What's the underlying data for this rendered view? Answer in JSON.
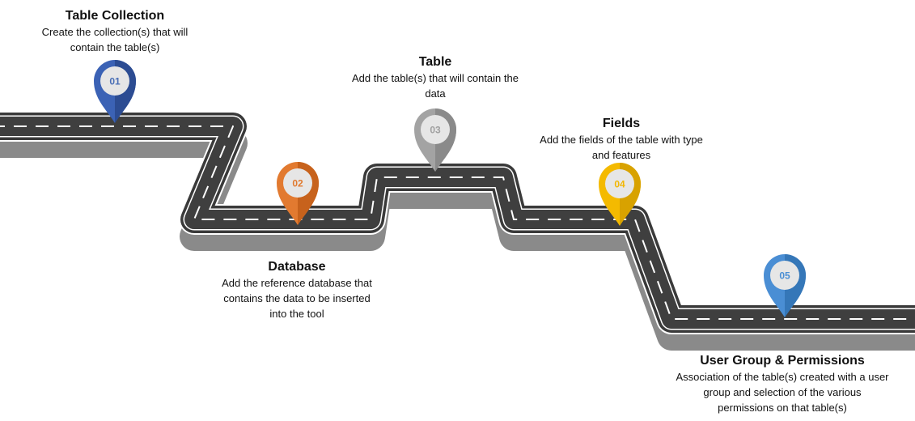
{
  "steps": [
    {
      "number": "01",
      "title": "Table Collection",
      "description": "Create the collection(s) that will contain the table(s)",
      "color": "#3B62B5",
      "color_dark": "#2C4C92",
      "number_color": "#4A6FB6"
    },
    {
      "number": "02",
      "title": "Database",
      "description": "Add the reference database that contains the data to be inserted into the tool",
      "color": "#E27A30",
      "color_dark": "#C7621C",
      "number_color": "#E07A30"
    },
    {
      "number": "03",
      "title": "Table",
      "description": "Add the table(s) that will contain the data",
      "color": "#A3A3A3",
      "color_dark": "#8A8A8A",
      "number_color": "#A0A0A0"
    },
    {
      "number": "04",
      "title": "Fields",
      "description": "Add the fields of the table with type and features",
      "color": "#F4BA00",
      "color_dark": "#D8A200",
      "number_color": "#F2B705"
    },
    {
      "number": "05",
      "title": "User Group & Permissions",
      "description": "Association of the table(s) created with a user group and selection of the various permissions on that table(s)",
      "color": "#4A8ED4",
      "color_dark": "#3577B8",
      "number_color": "#4A8ED4"
    }
  ]
}
